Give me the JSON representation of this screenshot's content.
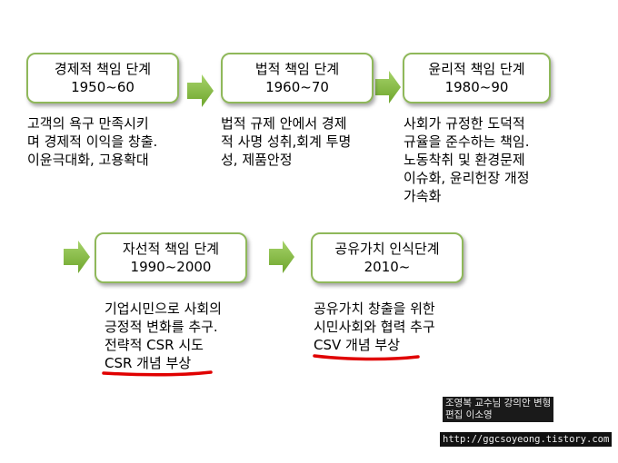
{
  "stages": [
    {
      "title": "경제적 책임 단계",
      "period": "1950~60",
      "desc": [
        "고객의 욕구 만족시키",
        "며 경제적 이익을 창출.",
        "이윤극대화, 고용확대"
      ]
    },
    {
      "title": "법적 책임 단계",
      "period": "1960~70",
      "desc": [
        "법적 규제 안에서 경제",
        "적 사명 성취,회계 투명",
        "성, 제품안정"
      ]
    },
    {
      "title": "윤리적 책임 단계",
      "period": "1980~90",
      "desc": [
        "사회가 규정한 도덕적",
        "규율을 준수하는 책임.",
        "노동착취 및 환경문제",
        "이슈화, 윤리헌장 개정",
        "가속화"
      ]
    },
    {
      "title": "자선적 책임 단계",
      "period": "1990~2000",
      "desc": [
        "기업시민으로 사회의",
        "긍정적 변화를 추구.",
        "전략적 CSR 시도",
        "CSR 개념 부상"
      ]
    },
    {
      "title": "공유가치 인식단계",
      "period": "2010~",
      "desc": [
        "공유가치 창출을 위한",
        "시민사회와 협력 추구",
        "CSV 개념 부상"
      ]
    }
  ],
  "credit": [
    "조영복 교수님 강의안 변형",
    "편집 이소영"
  ],
  "url": "http://ggcsoyeong.tistory.com",
  "colors": {
    "box_border": "#8fb85a",
    "arrow": "#7fb33a",
    "underline": "#e00000"
  }
}
